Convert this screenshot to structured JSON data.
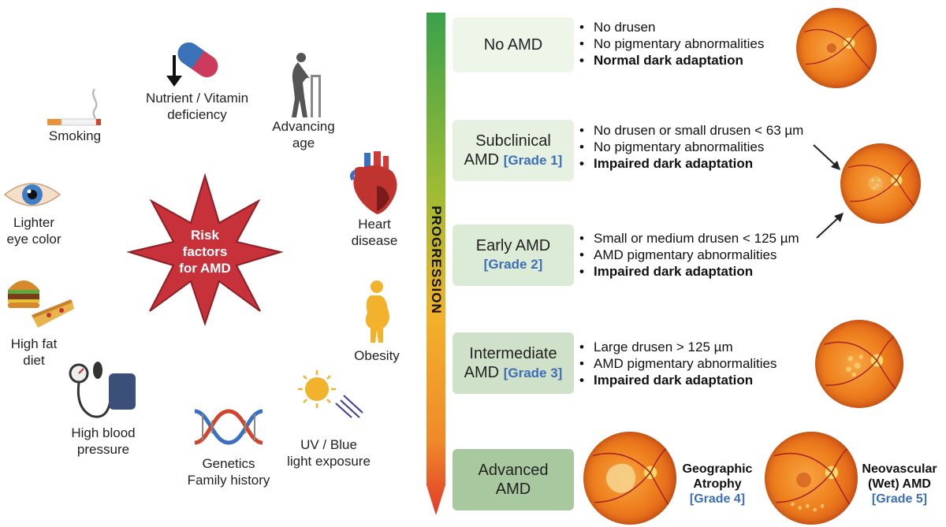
{
  "center": {
    "line1": "Risk",
    "line2": "factors",
    "line3": "for AMD"
  },
  "risk_factors": {
    "smoking": "Smoking",
    "nutrient_1": "Nutrient / Vitamin",
    "nutrient_2": "deficiency",
    "age_1": "Advancing",
    "age_2": "age",
    "eye_1": "Lighter",
    "eye_2": "eye color",
    "heart_1": "Heart",
    "heart_2": "disease",
    "diet_1": "High fat",
    "diet_2": "diet",
    "obesity": "Obesity",
    "bp_1": "High blood",
    "bp_2": "pressure",
    "genetics_1": "Genetics",
    "genetics_2": "Family history",
    "uv_1": "UV / Blue",
    "uv_2": "light exposure"
  },
  "progression_label": "PROGRESSION",
  "colors": {
    "bar_top": "#3aa14a",
    "bar_mid": "#f2b22b",
    "bar_bottom": "#e23a2a",
    "grade": "#3b6fb6",
    "star": "#c7323a"
  },
  "stages": [
    {
      "name_1": "No AMD",
      "name_2": "",
      "grade": "",
      "bullets": [
        "No drusen",
        "No pigmentary abnormalities"
      ],
      "bold": "Normal dark adaptation"
    },
    {
      "name_1": "Subclinical",
      "name_2": "AMD",
      "grade": "[Grade 1]",
      "bullets": [
        "No drusen or small drusen < 63 µm",
        "No pigmentary abnormalities"
      ],
      "bold": "Impaired dark adaptation"
    },
    {
      "name_1": "Early AMD",
      "name_2": "",
      "grade": "[Grade 2]",
      "bullets": [
        "Small or medium drusen < 125 µm",
        "AMD pigmentary abnormalities"
      ],
      "bold": "Impaired dark adaptation"
    },
    {
      "name_1": "Intermediate",
      "name_2": "AMD",
      "grade": "[Grade 3]",
      "bullets": [
        "Large drusen > 125 µm",
        "AMD pigmentary abnormalities"
      ],
      "bold": "Impaired dark adaptation"
    },
    {
      "name_1": "Advanced",
      "name_2": "AMD",
      "grade": ""
    }
  ],
  "advanced": {
    "ga_1": "Geographic",
    "ga_2": "Atrophy",
    "ga_grade": "[Grade 4]",
    "nv_1": "Neovascular",
    "nv_2": "(Wet) AMD",
    "nv_grade": "[Grade 5]"
  }
}
